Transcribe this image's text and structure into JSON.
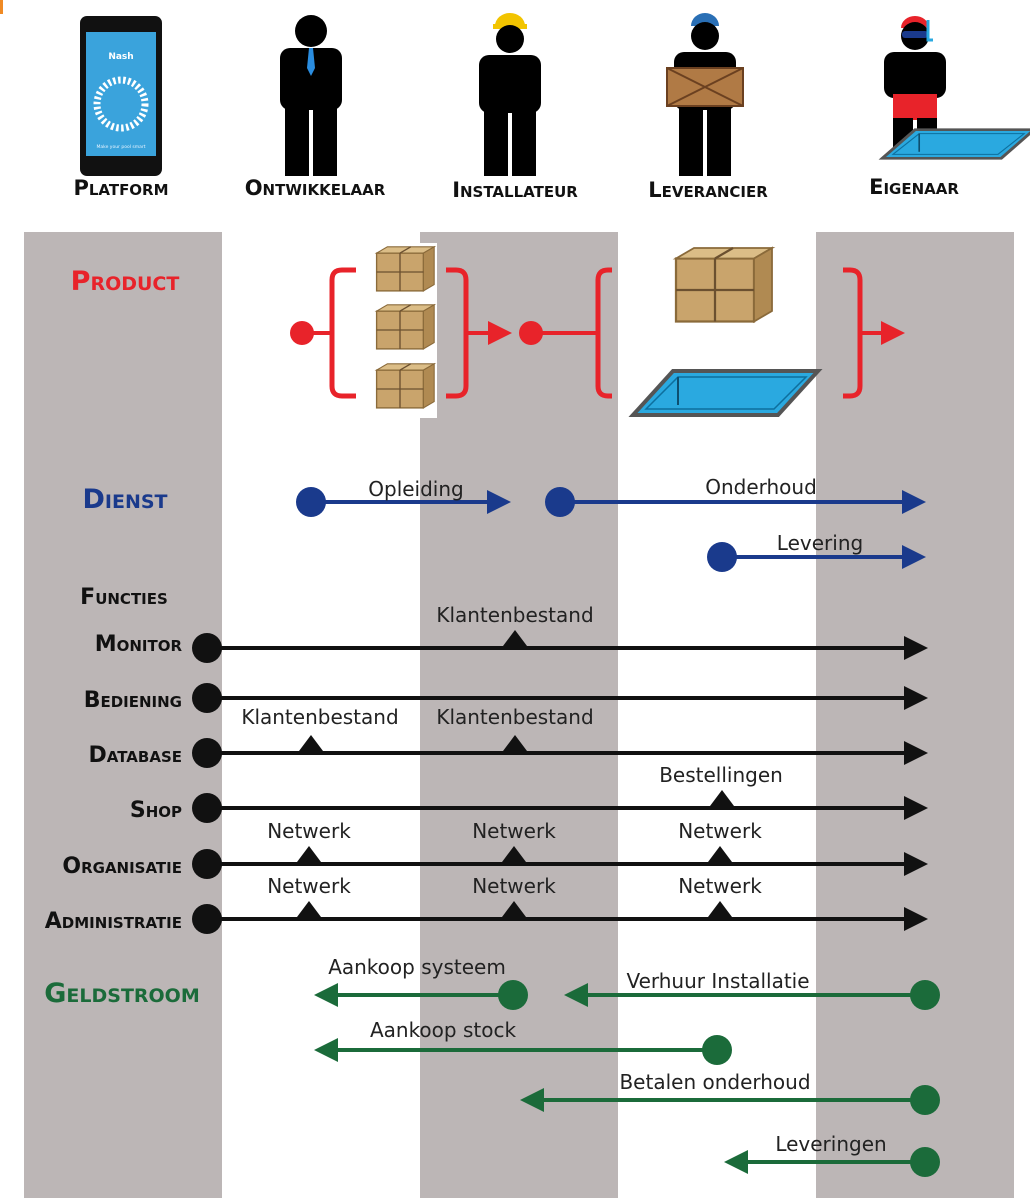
{
  "colors": {
    "column_band": "#bcb6b6",
    "product": "#e8232a",
    "service": "#1a3a8c",
    "function": "#111111",
    "money": "#1b6b3a",
    "pool_water": "#2aa9e0"
  },
  "phone": {
    "brand": "Nash",
    "tagline": "Make your pool smart"
  },
  "roles": [
    {
      "label": "Platform",
      "icon": "smartphone-icon"
    },
    {
      "label": "Ontwikkelaar",
      "icon": "businessman-icon"
    },
    {
      "label": "Installateur",
      "icon": "hardhat-worker-icon"
    },
    {
      "label": "Leverancier",
      "icon": "delivery-worker-icon"
    },
    {
      "label": "Eigenaar",
      "icon": "swimmer-icon"
    }
  ],
  "sections": {
    "product": "Product",
    "dienst": "Dienst",
    "functies": "Functies",
    "geldstroom": "Geldstroom"
  },
  "dienst_flows": [
    "Opleiding",
    "Onderhoud",
    "Levering"
  ],
  "functies": [
    {
      "label": "Monitor",
      "annotations": [
        "Klantenbestand"
      ]
    },
    {
      "label": "Bediening",
      "annotations": []
    },
    {
      "label": "Database",
      "annotations": [
        "Klantenbestand",
        "Klantenbestand"
      ]
    },
    {
      "label": "Shop",
      "annotations": [
        "Bestellingen"
      ]
    },
    {
      "label": "Organisatie",
      "annotations": [
        "Netwerk",
        "Netwerk",
        "Netwerk"
      ]
    },
    {
      "label": "Administratie",
      "annotations": [
        "Netwerk",
        "Netwerk",
        "Netwerk"
      ]
    }
  ],
  "geldstroom_flows": [
    "Aankoop systeem",
    "Verhuur Installatie",
    "Aankoop stock",
    "Betalen onderhoud",
    "Leveringen"
  ]
}
